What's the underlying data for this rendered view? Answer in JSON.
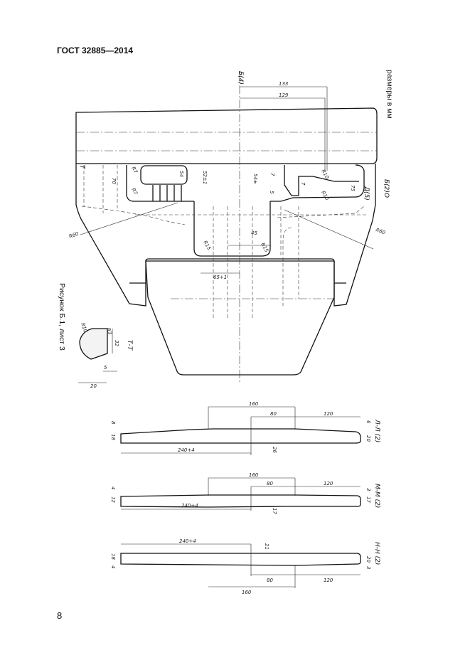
{
  "header": {
    "standard": "ГОСТ 32885—2014"
  },
  "units_note": "размеры в мм",
  "figure_caption": "Рисунок Б.1, лист 3",
  "page_number": "8",
  "view_labels": {
    "b4": "Б(4)",
    "b2": "Б(2)О",
    "d5": "Д(5)",
    "t": "Т",
    "tt": "Т-Т"
  },
  "main_dims": {
    "d133": "133",
    "d129": "129",
    "d54a": "54",
    "d52": "52±1",
    "d54b": "54±",
    "d70": "70",
    "d75": "75",
    "r7a": "R7",
    "r7b": "R7",
    "r10a": "R10",
    "r10b": "R10",
    "r60a": "R60",
    "r60b": "R60",
    "d45": "45",
    "r15a": "R15",
    "r15b": "R15",
    "d65": "65+1",
    "d7a": "7",
    "d7b": "7",
    "d5": "5"
  },
  "tt_dims": {
    "r3": "R3",
    "r10": "R10",
    "d32": "32",
    "d5": "5",
    "d20": "20"
  },
  "sections": [
    {
      "label": "Л-Л (2)",
      "d160": "160",
      "d80": "80",
      "d120": "120",
      "d240": "240+4",
      "left_top": "8",
      "left_h": "18",
      "right_top": "6",
      "right_h": "20",
      "mid": "26"
    },
    {
      "label": "М-М (2)",
      "d160": "160",
      "d80": "80",
      "d120": "120",
      "d240": "240+4",
      "left_top": "4",
      "left_h": "12",
      "right_top": "3",
      "right_h": "17",
      "mid": "17"
    },
    {
      "label": "Н-Н (2)",
      "d160": "160",
      "d80": "80",
      "d120": "120",
      "d240": "240+4",
      "left_top": "18",
      "left_h": "4",
      "right_top": "20",
      "right_h": "3",
      "mid": "21"
    }
  ]
}
